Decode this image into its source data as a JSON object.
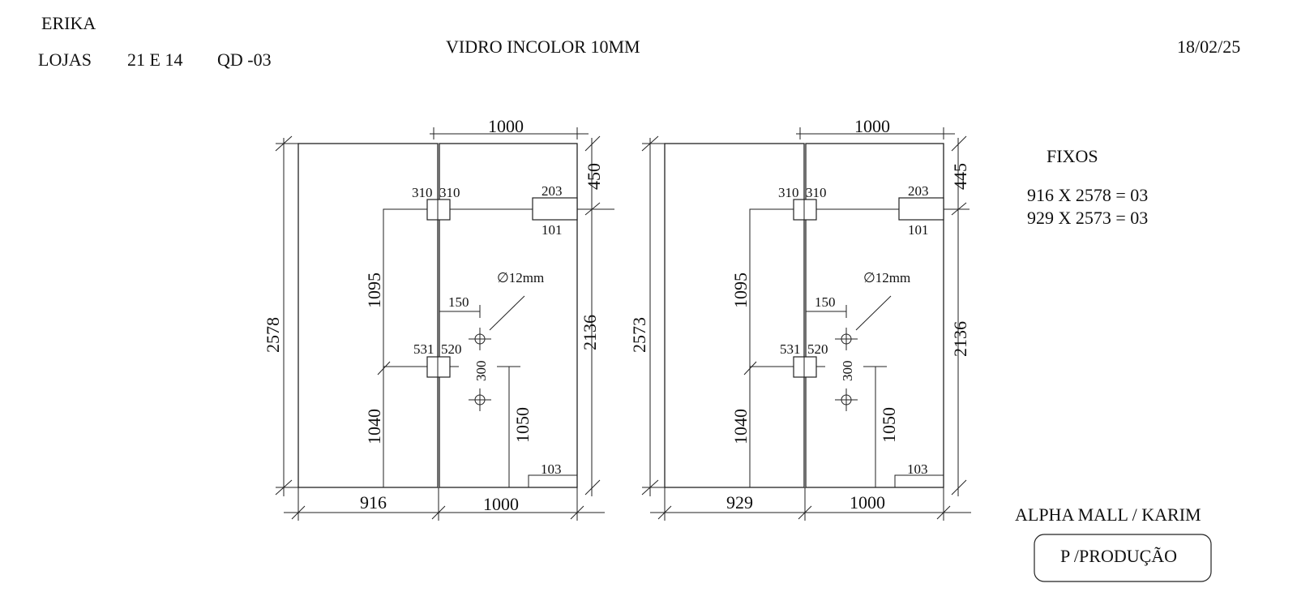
{
  "header": {
    "client": "ERIKA",
    "lojas": "LOJAS",
    "lojas_num": "21 E 14",
    "qd": "QD -03",
    "material": "VIDRO INCOLOR 10MM",
    "date": "18/02/25"
  },
  "drawings": [
    {
      "top_width": "1000",
      "height": "2578",
      "top_gap": "450",
      "door_height": "2136",
      "hinge_left": "310",
      "hinge_right": "310",
      "lock_top": "203",
      "lock_bottom": "101",
      "hole_diameter": "∅12mm",
      "handle_offset": "150",
      "handle_spacing": "300",
      "hinge2_left": "531",
      "hinge2_right": "520",
      "dim_upper": "1095",
      "dim_lower": "1040",
      "dim_handle": "1050",
      "bottom_notch": "103",
      "fixed_width": "916",
      "door_width": "1000"
    },
    {
      "top_width": "1000",
      "height": "2573",
      "top_gap": "445",
      "door_height": "2136",
      "hinge_left": "310",
      "hinge_right": "310",
      "lock_top": "203",
      "lock_bottom": "101",
      "hole_diameter": "∅12mm",
      "handle_offset": "150",
      "handle_spacing": "300",
      "hinge2_left": "531",
      "hinge2_right": "520",
      "dim_upper": "1095",
      "dim_lower": "1040",
      "dim_handle": "1050",
      "bottom_notch": "103",
      "fixed_width": "929",
      "door_width": "1000"
    }
  ],
  "fixos": {
    "title": "FIXOS",
    "line1": "916 X 2578 = 03",
    "line2": "929 X 2573 = 03"
  },
  "project": "ALPHA MALL / KARIM",
  "stamp": "P /PRODUÇÃO"
}
